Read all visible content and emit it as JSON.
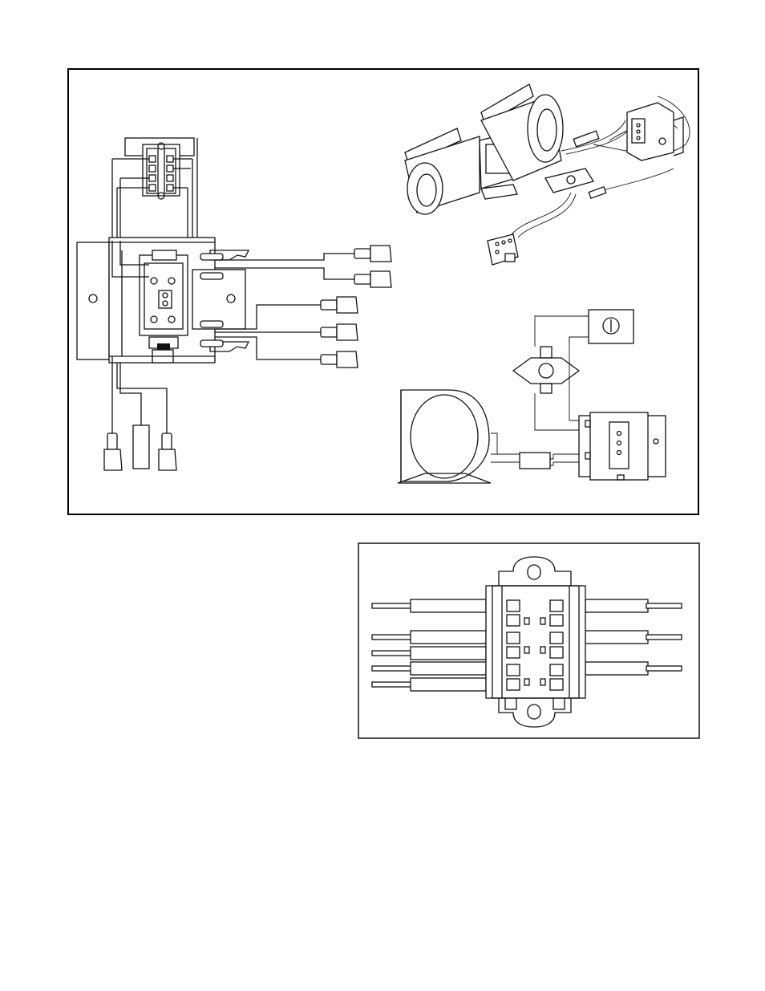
{
  "page": {
    "background": "#ffffff",
    "line_color": "#111111"
  },
  "figures": {
    "wiring_figure": {
      "subjects": [
        "relay-box-wiring",
        "blower-assembly-iso",
        "blower-schematic"
      ]
    },
    "connector_figure": {
      "subjects": [
        "wiring-connector-block"
      ]
    }
  }
}
